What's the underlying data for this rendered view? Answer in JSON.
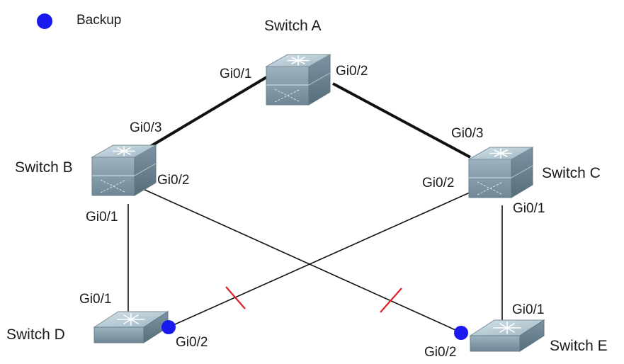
{
  "legend": {
    "label": "Backup",
    "marker_color": "#1a1aee"
  },
  "switches": {
    "a": {
      "name": "Switch A",
      "ports": {
        "gi0_1": "Gi0/1",
        "gi0_2": "Gi0/2"
      }
    },
    "b": {
      "name": "Switch B",
      "ports": {
        "gi0_3": "Gi0/3",
        "gi0_2": "Gi0/2",
        "gi0_1": "Gi0/1"
      }
    },
    "c": {
      "name": "Switch C",
      "ports": {
        "gi0_3": "Gi0/3",
        "gi0_2": "Gi0/2",
        "gi0_1": "Gi0/1"
      }
    },
    "d": {
      "name": "Switch D",
      "ports": {
        "gi0_1": "Gi0/1",
        "gi0_2": "Gi0/2"
      }
    },
    "e": {
      "name": "Switch E",
      "ports": {
        "gi0_1": "Gi0/1",
        "gi0_2": "Gi0/2"
      }
    }
  },
  "colors": {
    "primary_link": "#111111",
    "blocked_mark": "#e02020",
    "backup_port": "#1a1aee"
  }
}
